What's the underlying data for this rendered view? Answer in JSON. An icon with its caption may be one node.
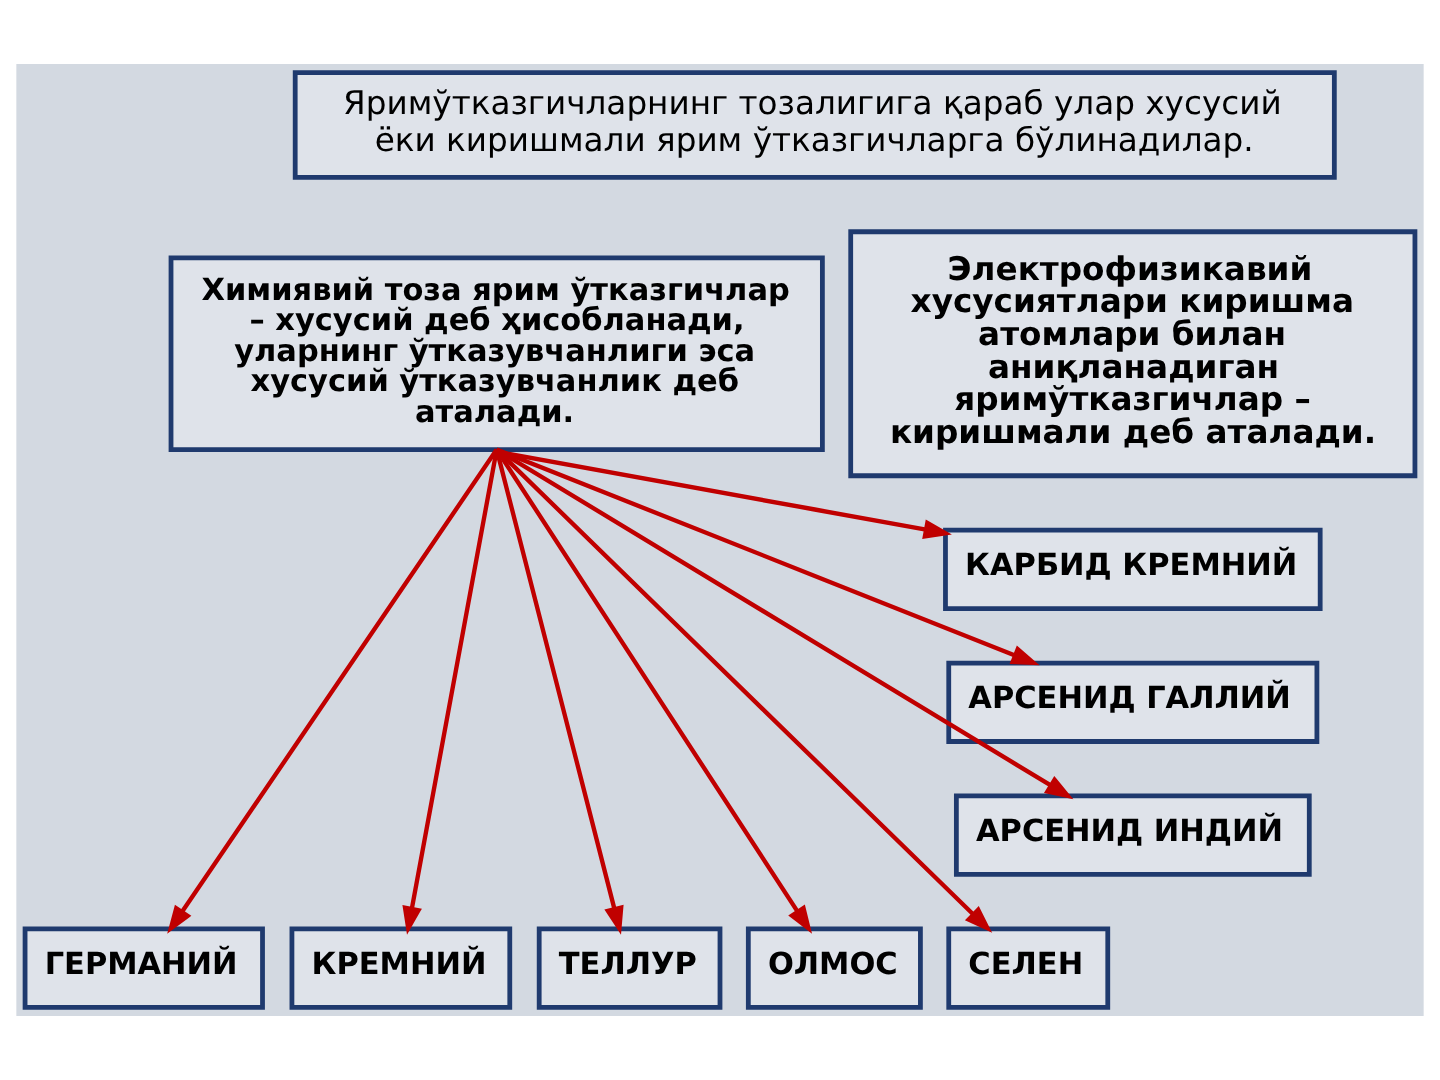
{
  "diagram": {
    "nodes": [
      {
        "text": [
          "Яримўтказгичларнинг тозалигига қараб улар хусусий ёки киришмали ярим ўтказгичларга бўлинадилар."
        ]
      },
      {
        "text": [
          "Химиявий тоза ярим ўтказгичлар – хусусий деб ҳисобланади, уларнинг ўтказувчанлиги эса хусусий ўтказувчанлик деб аталади."
        ]
      },
      {
        "text": [
          "Электрофизикавий хусусиятлари киришма атомлари билан аниқланадиган яримўтказгичлар – киришмали деб аталади."
        ]
      },
      {
        "text": [
          "КАРБИД КРЕМНИЙ"
        ]
      },
      {
        "text": [
          "АРСЕНИД ГАЛЛИЙ"
        ]
      },
      {
        "text": [
          "АРСЕНИД ИНДИЙ"
        ]
      },
      {
        "text": [
          "ГЕРМАНИЙ"
        ]
      },
      {
        "text": [
          "КРЕМНИЙ"
        ]
      },
      {
        "text": [
          "ТЕЛЛУР"
        ]
      },
      {
        "text": [
          "ОЛМОС"
        ]
      },
      {
        "text": [
          "СЕЛЕН"
        ]
      }
    ],
    "edges": [
      {
        "from": 1,
        "to": 3,
        "arrow": "to"
      },
      {
        "from": 1,
        "to": 4,
        "arrow": "to"
      },
      {
        "from": 1,
        "to": 5,
        "arrow": "to"
      },
      {
        "from": 1,
        "to": 6,
        "arrow": "to"
      },
      {
        "from": 1,
        "to": 7,
        "arrow": "to"
      },
      {
        "from": 1,
        "to": 8,
        "arrow": "to"
      },
      {
        "from": 1,
        "to": 9,
        "arrow": "to"
      },
      {
        "from": 1,
        "to": 10,
        "arrow": "to"
      }
    ]
  }
}
